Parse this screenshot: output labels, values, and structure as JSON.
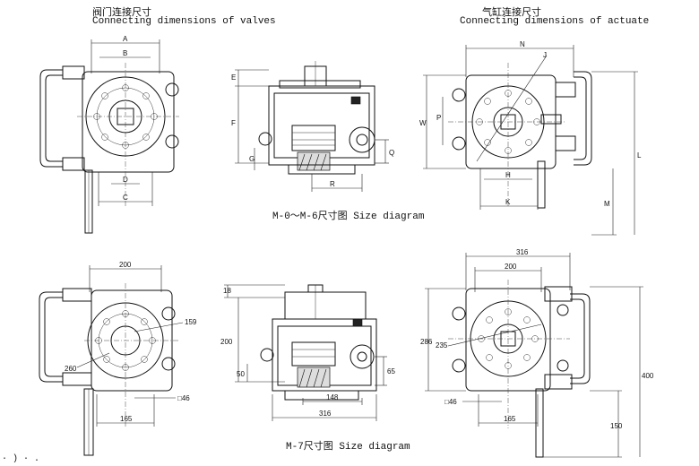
{
  "headers": {
    "valves_cn": "阀门连接尺寸",
    "valves_en": "Connecting dimensions of valves",
    "actuate_cn": "气缸连接尺寸",
    "actuate_en": "Connecting dimensions of actuate"
  },
  "captions": {
    "top": "M-0～M-6尺寸图 Size diagram",
    "bottom": "M-7尺寸图 Size diagram"
  },
  "top_labels": {
    "A": "A",
    "B": "B",
    "C": "C",
    "D": "D",
    "E": "E",
    "F": "F",
    "G": "G",
    "Q": "Q",
    "R": "R",
    "N": "N",
    "J": "J",
    "W": "W",
    "P": "P",
    "H": "H",
    "K": "K",
    "M": "M",
    "L": "L"
  },
  "bottom_labels": {
    "d200a": "200",
    "d159": "159",
    "d260": "260",
    "d46a": "□46",
    "d165a": "165",
    "d18": "18",
    "d200b": "200",
    "d50": "50",
    "d65": "65",
    "d148": "148",
    "d316a": "316",
    "d316b": "316",
    "d200c": "200",
    "d286": "286",
    "d235": "235",
    "d46b": "□46",
    "d165b": "165",
    "d150": "150",
    "d400": "400"
  },
  "corner_text": "· ) · ."
}
